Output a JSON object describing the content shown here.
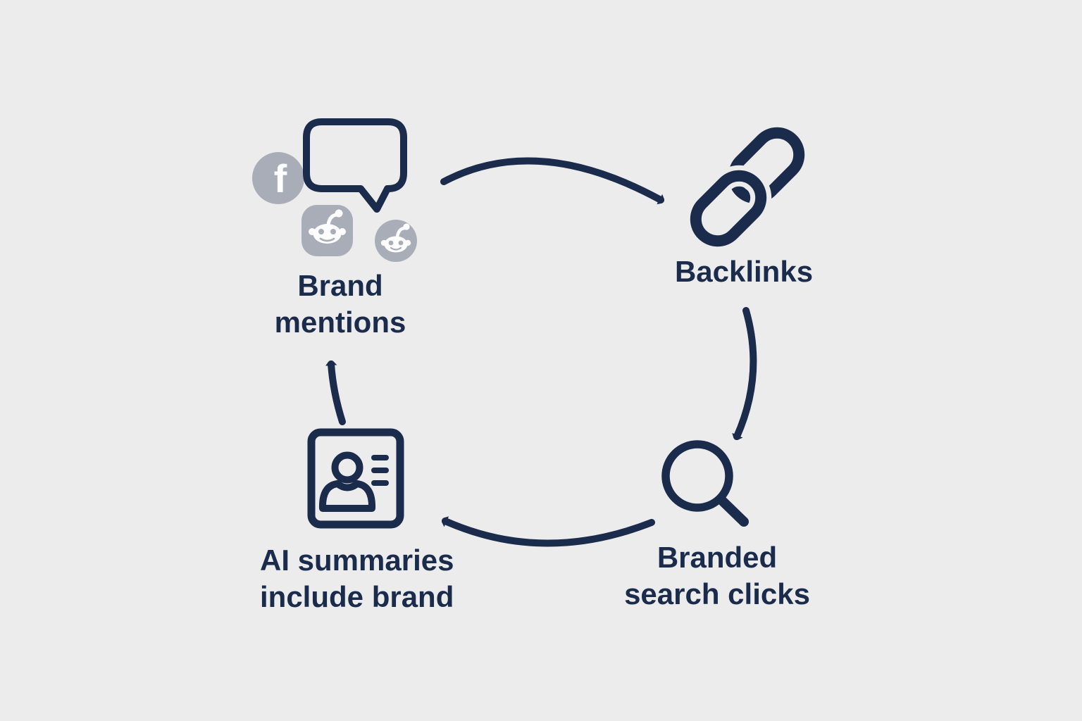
{
  "diagram": {
    "type": "cycle",
    "nodes": {
      "brand_mentions": {
        "label": "Brand\nmentions",
        "icons": [
          "speech-bubble-icon",
          "facebook-icon",
          "reddit-icon",
          "reddit-icon"
        ],
        "facebook_glyph": "f"
      },
      "backlinks": {
        "label": "Backlinks",
        "icons": [
          "chain-link-icon"
        ]
      },
      "branded_search_clicks": {
        "label": "Branded\nsearch clicks",
        "icons": [
          "magnifier-icon"
        ]
      },
      "ai_summaries": {
        "label": "AI summaries\ninclude brand",
        "icons": [
          "profile-card-icon"
        ]
      }
    },
    "edges": [
      {
        "from": "brand_mentions",
        "to": "backlinks"
      },
      {
        "from": "backlinks",
        "to": "branded_search_clicks"
      },
      {
        "from": "branded_search_clicks",
        "to": "ai_summaries"
      },
      {
        "from": "ai_summaries",
        "to": "brand_mentions"
      }
    ]
  },
  "colors": {
    "background": "#ECECEC",
    "primary": "#1A2B4C",
    "muted_icon": "#A8ADB7",
    "glyph_white": "#FFFFFF"
  }
}
